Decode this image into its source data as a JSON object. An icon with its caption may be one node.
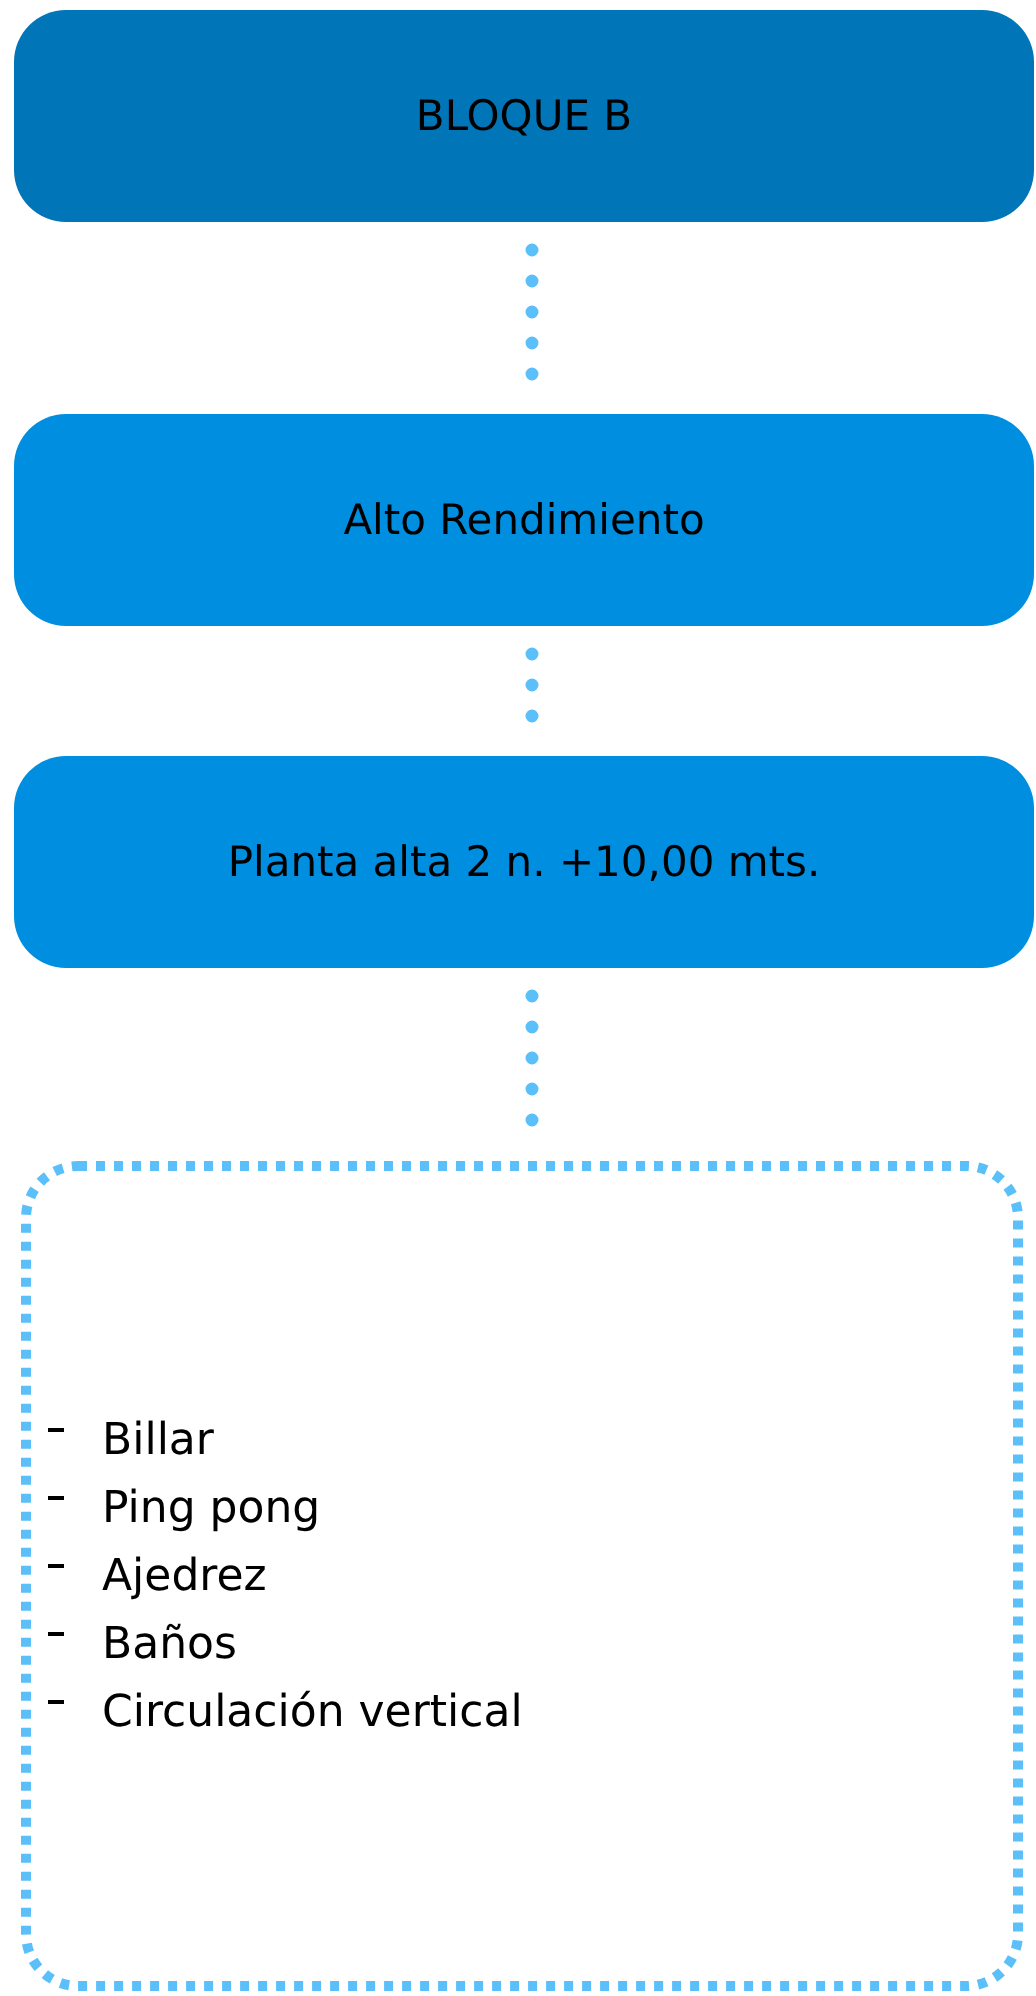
{
  "diagram": {
    "nodes": [
      {
        "text": [
          "BLOQUE B"
        ]
      },
      {
        "text": [
          "Alto Rendimiento"
        ]
      },
      {
        "text": [
          "Planta alta 2 n. +10,00 mts."
        ]
      },
      {
        "text": [
          "Billar",
          "Ping pong",
          "Ajedrez",
          "Baños",
          "Circulación vertical"
        ]
      }
    ],
    "edges": [
      {
        "from": 0,
        "to": 1,
        "arrow": "none",
        "style": "dashed"
      },
      {
        "from": 1,
        "to": 2,
        "arrow": "none",
        "style": "dashed"
      },
      {
        "from": 2,
        "to": 3,
        "arrow": "none",
        "style": "dashed"
      }
    ]
  }
}
